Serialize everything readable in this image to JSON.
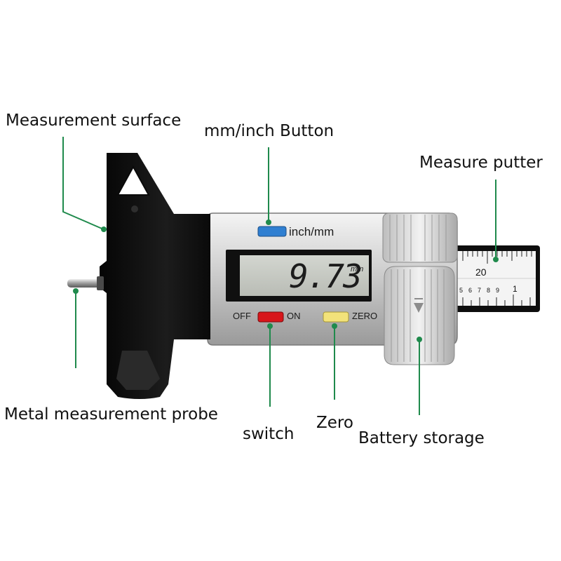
{
  "callouts": {
    "measurement_surface": "Measurement surface",
    "mm_inch_button": "mm/inch Button",
    "measure_putter": "Measure putter",
    "metal_probe": "Metal measurement probe",
    "switch": "switch",
    "zero": "Zero",
    "battery_storage": "Battery storage"
  },
  "device": {
    "inch_mm_label": "inch/mm",
    "off_label": "OFF",
    "on_label": "ON",
    "zero_label": "ZERO",
    "lcd_reading": "9.73",
    "lcd_unit": "mm",
    "scale_major": "20",
    "scale_minor": [
      "5",
      "6",
      "7",
      "8",
      "9",
      "1"
    ]
  },
  "colors": {
    "callout_line": "#1f8a4c",
    "inch_button": "#2f7fd1",
    "on_off_button": "#d8161b",
    "zero_button": "#f2e27a",
    "body_black": "#141414",
    "lcd_bg": "#c9ccc6"
  }
}
